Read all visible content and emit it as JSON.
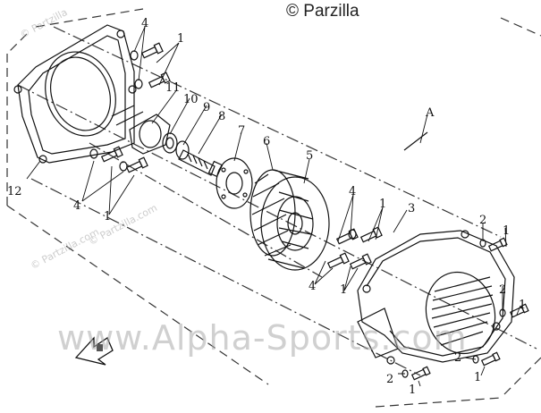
{
  "watermarks": {
    "top_right": "© Parzilla",
    "center": "www.Alpha-Sports.com",
    "diag_1": "© Partzilla",
    "diag_2": "© Partzilla.com",
    "diag_3": "© Partzilla.com"
  },
  "callouts": {
    "c1a": "1",
    "c1b": "1",
    "c1c": "1",
    "c1d": "1",
    "c1e": "1",
    "c1f": "1",
    "c1g": "1",
    "c1h": "1",
    "c2a": "2",
    "c2b": "2",
    "c2c": "2",
    "c2d": "2",
    "c3": "3",
    "c4a": "4",
    "c4b": "4",
    "c4c": "4",
    "c4d": "4",
    "c5": "5",
    "c6": "6",
    "c7": "7",
    "c8": "8",
    "c9": "9",
    "c10": "10",
    "c11": "11",
    "c12": "12",
    "cA": "A"
  },
  "icons": [
    "front-direction-arrow-icon"
  ]
}
